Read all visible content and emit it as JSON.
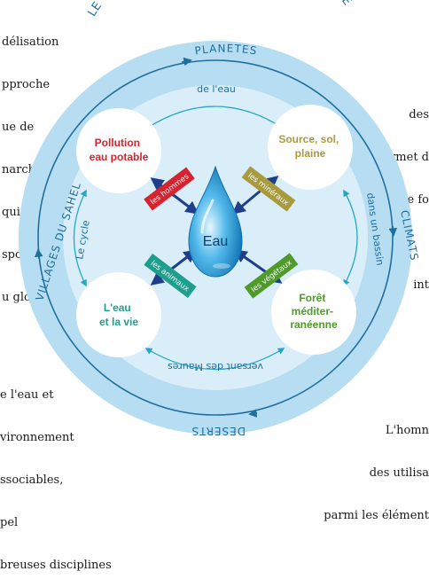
{
  "left_text_top": [
    "délisation",
    "pproche",
    "ue de",
    "narche",
    "qui permet",
    "sposer",
    "u global"
  ],
  "right_text_top": [
    "des",
    "permet d",
    "le fo",
    "",
    "int"
  ],
  "left_text_bottom": [
    "e l'eau et",
    "vironnement",
    "ssociables,",
    "pel",
    "breuses disciplines"
  ],
  "right_text_bottom": [
    "L'homn",
    "des utilisa",
    "parmi les élément"
  ],
  "diagram": {
    "title": "LE CYCLE DE L'EAU À L'ÉCHELLE DE LA PLANÈTE",
    "outer_labels": {
      "top": "PLANETES",
      "right": "CLIMATS",
      "bottom": "DESERTS",
      "left": "VILLAGES DU SAHEL"
    },
    "inner_labels": {
      "top": "de l'eau",
      "right": "dans un bassin",
      "bottom": "versant des Maures",
      "left": "Le cycle"
    },
    "center": "Eau",
    "circles": {
      "top_left": [
        "Pollution",
        "eau potable"
      ],
      "top_right": [
        "Source, sol,",
        "plaine"
      ],
      "bottom_left": [
        "L'eau",
        "et la vie"
      ],
      "bottom_right": [
        "Forêt",
        "méditer-",
        "ranéenne"
      ]
    },
    "tags": {
      "top_left": "les hommes",
      "top_right": "les minéraux",
      "bottom_left": "les animaux",
      "bottom_right": "les végétaux"
    },
    "colors": {
      "ring": "#a9d5ec",
      "inner": "#d4ecf8",
      "hand": "#1f6f9e",
      "red": "#d7232f",
      "olive": "#a89a3d",
      "teal": "#1e9e8c",
      "green": "#4f9b2a",
      "dark_blue": "#1f3e8a"
    }
  }
}
